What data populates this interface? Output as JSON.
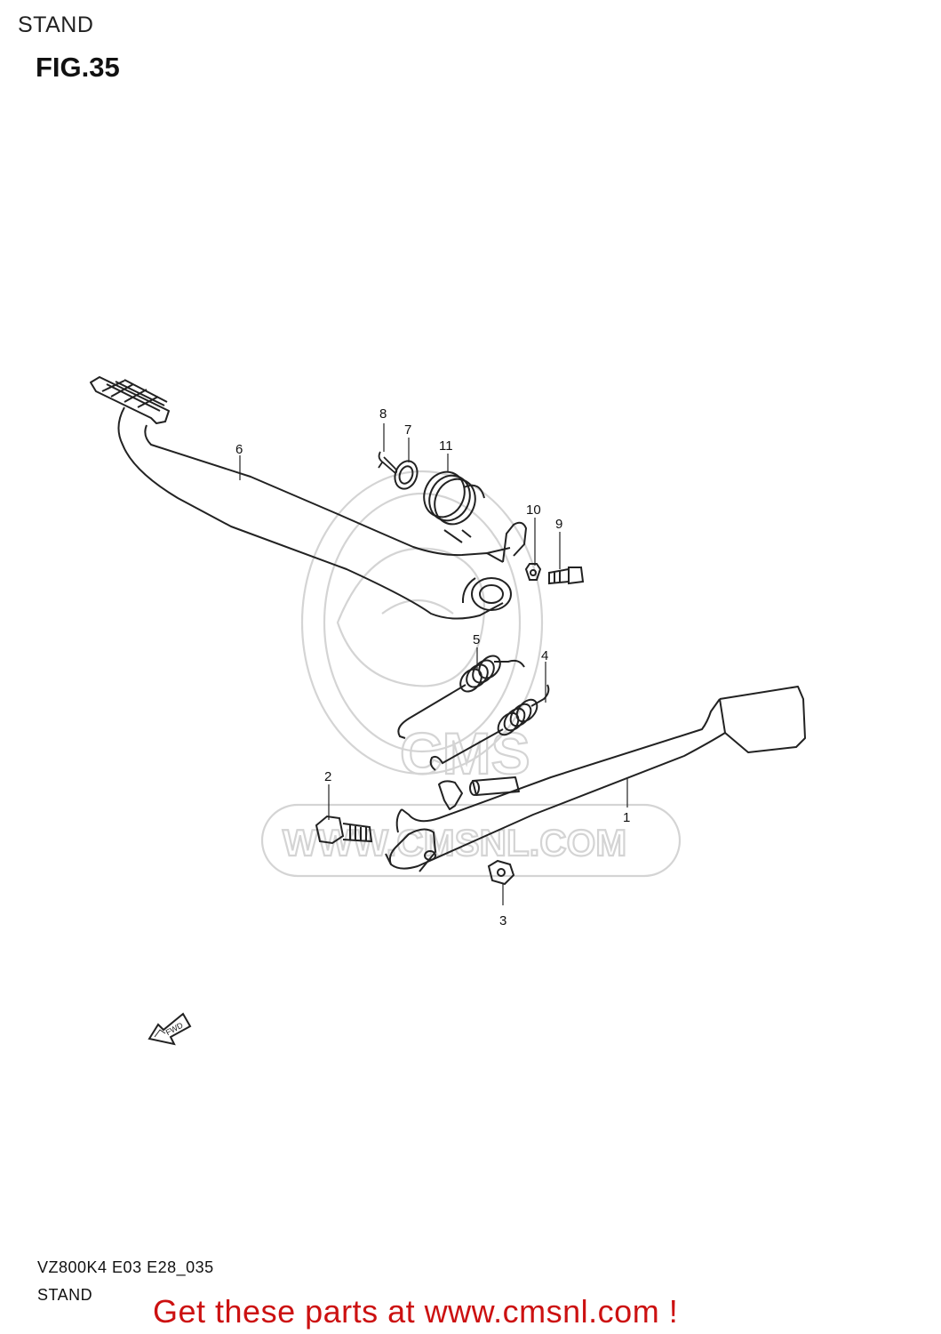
{
  "header": {
    "section": "STAND",
    "figure": "FIG.35"
  },
  "callouts": [
    "1",
    "2",
    "3",
    "4",
    "5",
    "6",
    "7",
    "8",
    "9",
    "10",
    "11"
  ],
  "fwd_label": "FWD",
  "watermark": {
    "brand": "CMS",
    "site": "WWW.CMSNL.COM"
  },
  "footer": {
    "code": "VZ800K4 E03 E28_035",
    "caption": "STAND",
    "promo": "Get these parts at www.cmsnl.com !"
  },
  "colors": {
    "promo": "#cc1111",
    "line": "#222222",
    "watermark": "#d4d4d4"
  }
}
